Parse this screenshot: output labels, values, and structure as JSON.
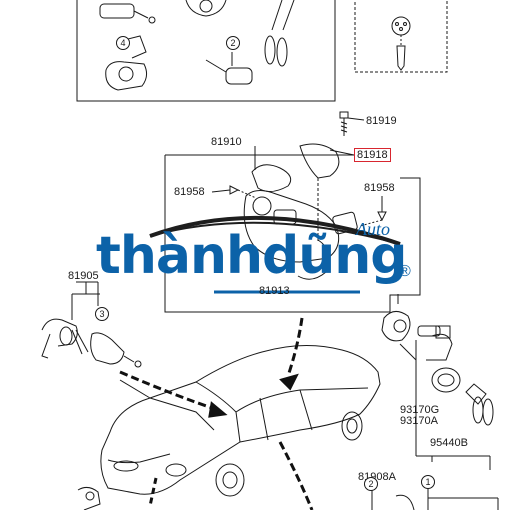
{
  "diagram": {
    "parts": [
      {
        "id": "p81919",
        "label": "81919"
      },
      {
        "id": "p81910",
        "label": "81910"
      },
      {
        "id": "p81918",
        "label": "81918"
      },
      {
        "id": "p81958a",
        "label": "81958"
      },
      {
        "id": "p81958b",
        "label": "81958"
      },
      {
        "id": "p81913",
        "label": "81913"
      },
      {
        "id": "p81905",
        "label": "81905"
      },
      {
        "id": "p93170g",
        "label": "93170G"
      },
      {
        "id": "p93170a",
        "label": "93170A"
      },
      {
        "id": "p95440b",
        "label": "95440B"
      },
      {
        "id": "p81908a",
        "label": "81908A"
      }
    ],
    "callouts": [
      "4",
      "2",
      "3",
      "2",
      "1"
    ],
    "highlight_color": "#d8262f"
  },
  "watermark": {
    "brand": "thànhdũng",
    "tag": "Auto",
    "reg": "®",
    "color": "#0c62a8",
    "swoosh_color": "#1e1e1e"
  }
}
